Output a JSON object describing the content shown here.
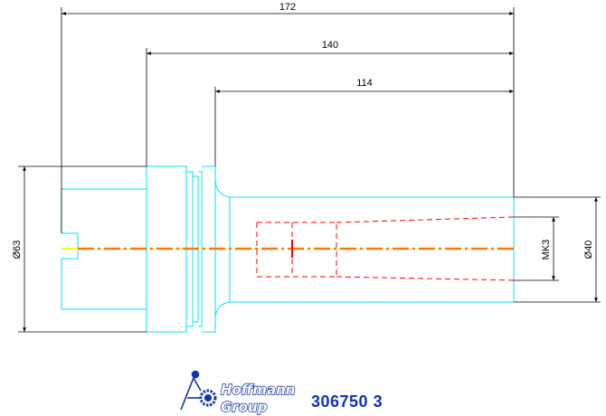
{
  "dimensions": {
    "overall_length": "172",
    "shank_length": "140",
    "taper_body_length": "114",
    "flange_diameter": "Ø63",
    "body_diameter": "Ø40",
    "internal_taper": "MK3"
  },
  "brand": {
    "line1": "Hoffmann",
    "line2": "Group"
  },
  "part_number": "306750 3",
  "colors": {
    "outline": "#00e5ff",
    "centerline": "#ff7a00",
    "hidden_lines": "#ff0000",
    "dimension_lines": "#000000",
    "brand_blue": "#1030b8"
  }
}
